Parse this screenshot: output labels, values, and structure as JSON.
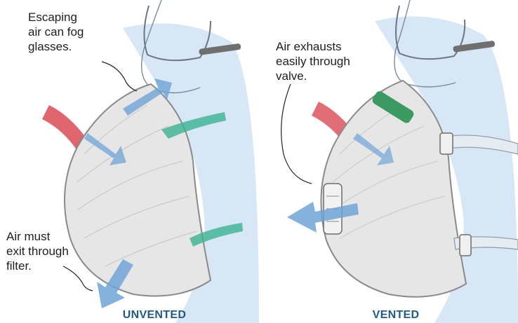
{
  "left_panel": {
    "callout_top": [
      "Escaping",
      "air can fog",
      "glasses."
    ],
    "callout_bottom": [
      "Air must",
      "exit through",
      "filter."
    ],
    "caption": "UNVENTED"
  },
  "right_panel": {
    "callout_top": [
      "Air exhausts",
      "easily through",
      "valve."
    ],
    "caption": "VENTED"
  },
  "colors": {
    "caption": "#1f5a86",
    "airflow_arrow": "#6fa4d6",
    "inhale_arrow": "#d94a55",
    "strap": "#3bb391",
    "nose_clip": "#3a9a62",
    "face_shading": "#bcd6ee"
  }
}
